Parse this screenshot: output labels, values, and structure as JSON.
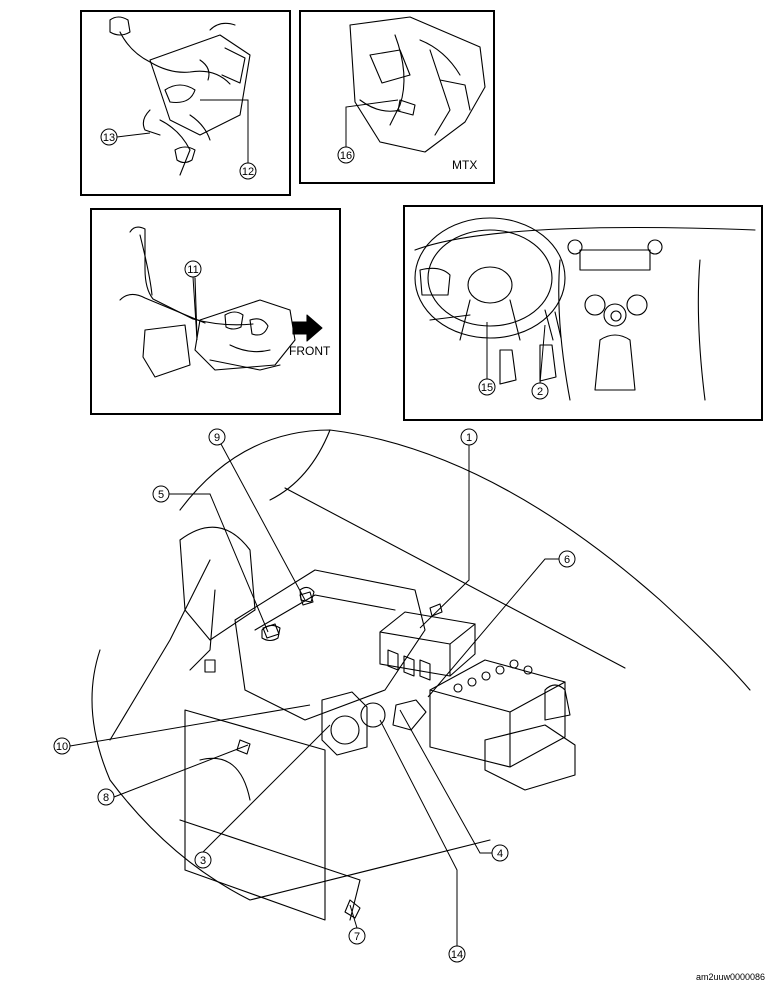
{
  "insets": {
    "mtx_label": "MTX",
    "front_label": "FRONT"
  },
  "callouts": {
    "c1": "1",
    "c2": "2",
    "c3": "3",
    "c4": "4",
    "c5": "5",
    "c6": "6",
    "c7": "7",
    "c8": "8",
    "c9": "9",
    "c10": "10",
    "c11": "11",
    "c12": "12",
    "c13": "13",
    "c14": "14",
    "c15": "15",
    "c16": "16"
  },
  "figure_code": "am2uuw0000086"
}
